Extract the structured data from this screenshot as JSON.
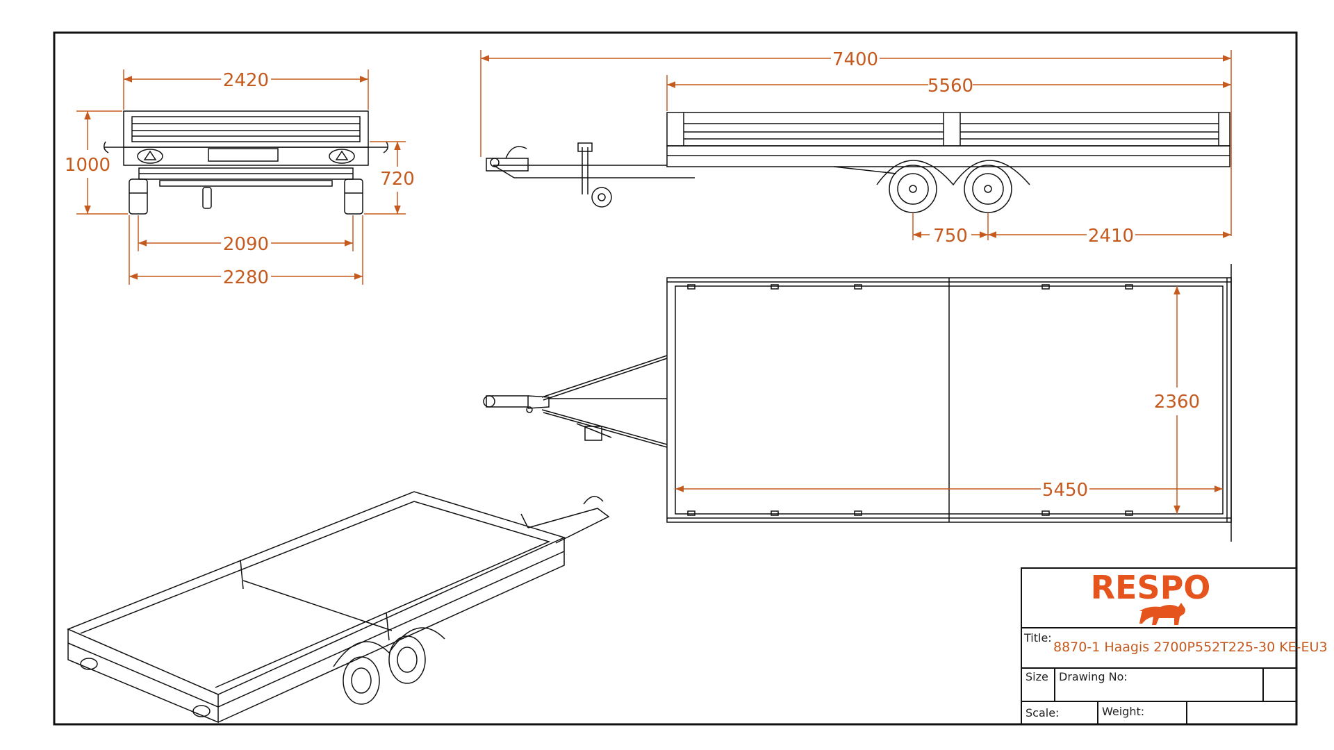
{
  "colors": {
    "dimension": "#c55a1f",
    "line": "#111111",
    "brand": "#e4541c"
  },
  "dimensions": {
    "rear_view": {
      "overall_width": "2420",
      "total_height": "1000",
      "side_height": "720",
      "track_inner": "2090",
      "track_outer": "2280"
    },
    "side_view": {
      "overall_length": "7400",
      "box_length": "5560",
      "axle_spacing": "750",
      "axle_to_end": "2410"
    },
    "top_view": {
      "inner_width": "2360",
      "inner_length": "5450"
    }
  },
  "title_block": {
    "brand": "RESPO",
    "brand_icon": "bull-icon",
    "title_label": "Title:",
    "title_value": "8870-1 Haagis 2700P552T225-30 KE-EU3",
    "size_label": "Size",
    "drawing_no_label": "Drawing No:",
    "scale_label": "Scale:",
    "weight_label": "Weight:"
  }
}
